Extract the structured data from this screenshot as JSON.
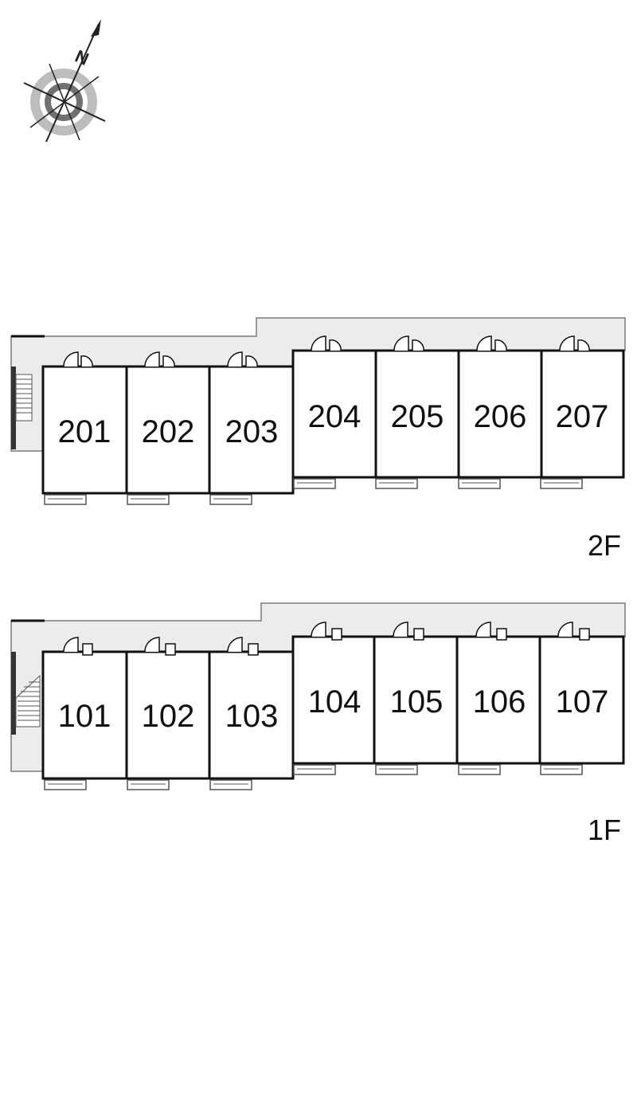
{
  "compass": {
    "letter": "N"
  },
  "floors": [
    {
      "label": "2F",
      "units": [
        "201",
        "202",
        "203",
        "204",
        "205",
        "206",
        "207"
      ]
    },
    {
      "label": "1F",
      "units": [
        "101",
        "102",
        "103",
        "104",
        "105",
        "106",
        "107"
      ]
    }
  ]
}
